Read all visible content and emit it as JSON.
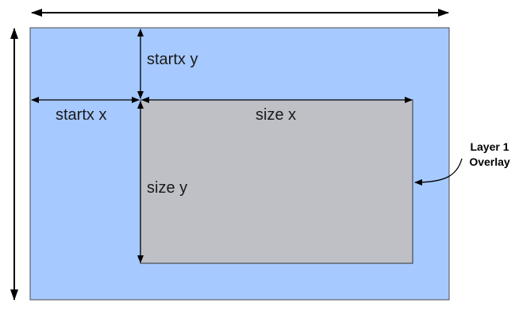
{
  "labels": {
    "start_y": "startx y",
    "start_x": "startx x",
    "size_x": "size x",
    "size_y": "size y",
    "callout_line1": "Layer 1",
    "callout_line2": "Overlay"
  },
  "colors": {
    "canvas_fill": "#a6c9ff",
    "overlay_fill": "#bec0c6",
    "stroke": "#000000"
  }
}
